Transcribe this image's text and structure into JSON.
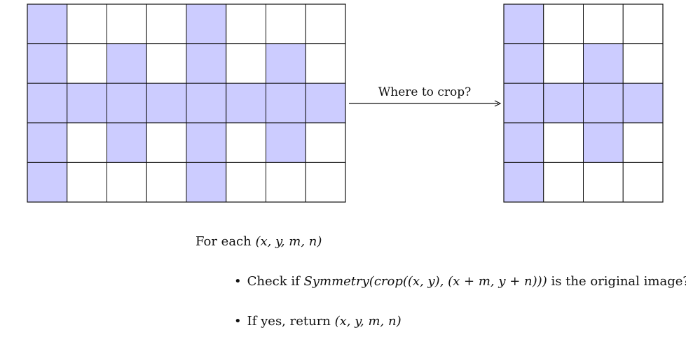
{
  "colors": {
    "filled": "#ccccff",
    "empty": "#ffffff",
    "line": "#111111"
  },
  "left_grid": {
    "rows": 5,
    "cols": 8,
    "filled": [
      [
        1,
        0,
        0,
        0,
        1,
        0,
        0,
        0
      ],
      [
        1,
        0,
        1,
        0,
        1,
        0,
        1,
        0
      ],
      [
        1,
        1,
        1,
        1,
        1,
        1,
        1,
        1
      ],
      [
        1,
        0,
        1,
        0,
        1,
        0,
        1,
        0
      ],
      [
        1,
        0,
        0,
        0,
        1,
        0,
        0,
        0
      ]
    ]
  },
  "right_grid": {
    "rows": 5,
    "cols": 4,
    "filled": [
      [
        1,
        0,
        0,
        0
      ],
      [
        1,
        0,
        1,
        0
      ],
      [
        1,
        1,
        1,
        1
      ],
      [
        1,
        0,
        1,
        0
      ],
      [
        1,
        0,
        0,
        0
      ]
    ]
  },
  "arrow": {
    "label": "Where to crop?"
  },
  "text": {
    "for_each_prefix": "For each ",
    "for_each_math": "(x, y, m, n)",
    "bullet1_prefix": "Check if ",
    "bullet1_func": "Symmetry",
    "bullet1_crop": "(crop",
    "bullet1_args": "((x, y), (x + m, y + n)))",
    "bullet1_suffix": " is the original image?",
    "bullet2_prefix": "If yes, return ",
    "bullet2_math": "(x, y, m, n)"
  }
}
